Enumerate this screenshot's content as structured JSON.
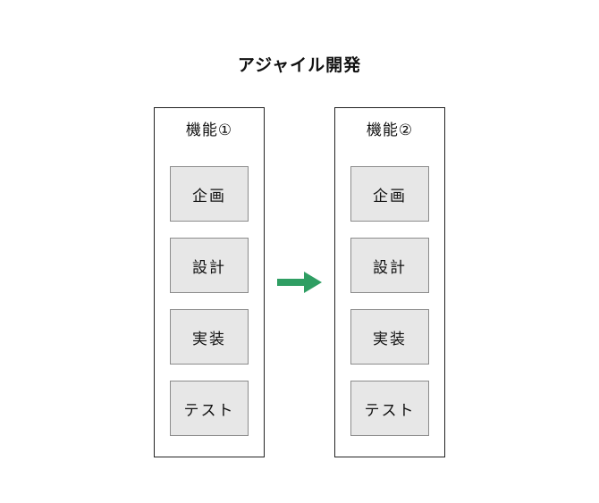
{
  "title": "アジャイル開発",
  "arrow": {
    "name": "right-arrow",
    "color": "#2f9e63"
  },
  "columns": [
    {
      "label": "機能①",
      "steps": [
        "企画",
        "設計",
        "実装",
        "テスト"
      ]
    },
    {
      "label": "機能②",
      "steps": [
        "企画",
        "設計",
        "実装",
        "テスト"
      ]
    }
  ]
}
